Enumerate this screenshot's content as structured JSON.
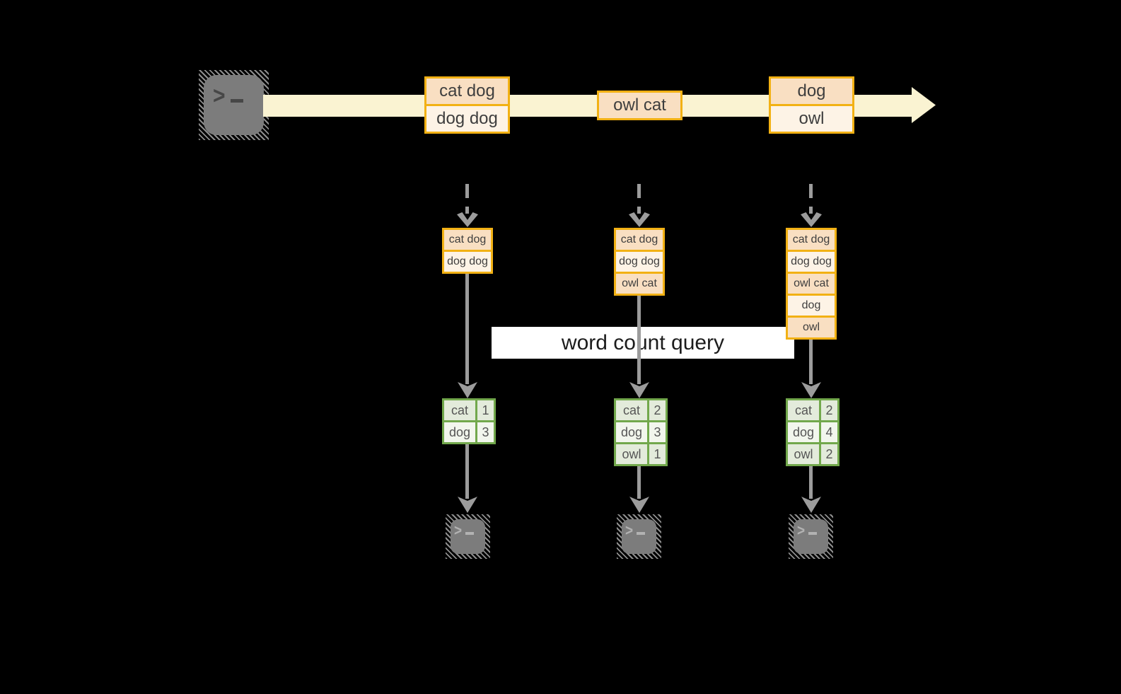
{
  "diagram": {
    "banner_label": "word count query",
    "prompt_glyph": ">",
    "stream_events": [
      [
        "cat dog",
        "dog dog"
      ],
      [
        "owl cat"
      ],
      [
        "dog",
        "owl"
      ]
    ],
    "columns": [
      {
        "state": [
          "cat dog",
          "dog dog"
        ],
        "counts": [
          {
            "word": "cat",
            "value": "1"
          },
          {
            "word": "dog",
            "value": "3"
          }
        ]
      },
      {
        "state": [
          "cat dog",
          "dog dog",
          "owl cat"
        ],
        "counts": [
          {
            "word": "cat",
            "value": "2"
          },
          {
            "word": "dog",
            "value": "3"
          },
          {
            "word": "owl",
            "value": "1"
          }
        ]
      },
      {
        "state": [
          "cat dog",
          "dog dog",
          "owl cat",
          "dog",
          "owl"
        ],
        "counts": [
          {
            "word": "cat",
            "value": "2"
          },
          {
            "word": "dog",
            "value": "4"
          },
          {
            "word": "owl",
            "value": "2"
          }
        ]
      }
    ],
    "colors": {
      "background": "#000000",
      "stream_band": "#faf3d2",
      "event_border": "#f2b114",
      "event_fill_peach": "#f9dfc2",
      "event_fill_cream": "#fdf3e6",
      "table_border_green": "#72a84c",
      "table_fill_dark": "#e3ebdb",
      "table_fill_light": "#f2f6ed",
      "arrow_gray": "#9c9c9c",
      "terminal_gray": "#7c7c7c",
      "banner_bg": "#ffffff"
    }
  }
}
